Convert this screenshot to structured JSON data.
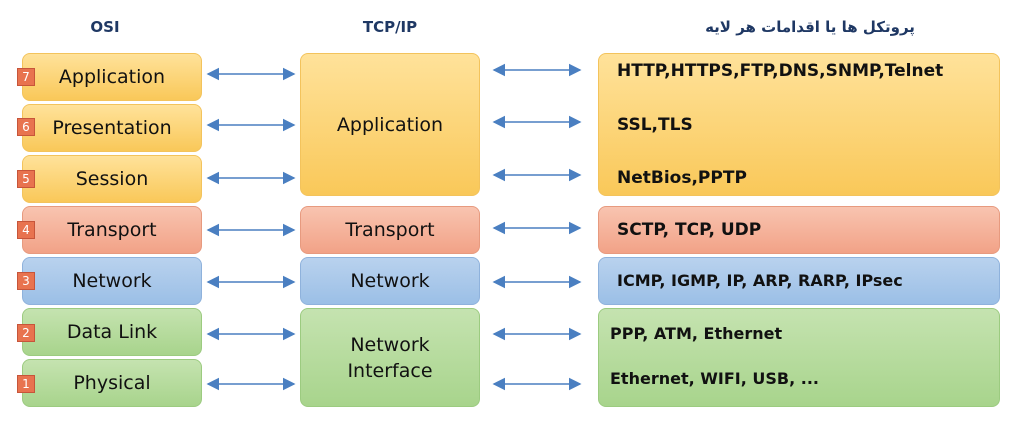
{
  "headers": {
    "osi": "OSI",
    "tcpip": "TCP/IP",
    "protocols": "پروتکل ها یا اقدامات هر لایه"
  },
  "osi_layers": [
    {
      "number": "7",
      "label": "Application"
    },
    {
      "number": "6",
      "label": "Presentation"
    },
    {
      "number": "5",
      "label": "Session"
    },
    {
      "number": "4",
      "label": "Transport"
    },
    {
      "number": "3",
      "label": "Network"
    },
    {
      "number": "2",
      "label": "Data Link"
    },
    {
      "number": "1",
      "label": "Physical"
    }
  ],
  "tcpip_layers": [
    {
      "label": "Application"
    },
    {
      "label": "Transport"
    },
    {
      "label": "Network"
    },
    {
      "label_line1": "Network",
      "label_line2": "Interface"
    }
  ],
  "protocols": [
    "HTTP,HTTPS,FTP,DNS,SNMP,Telnet",
    "SSL,TLS",
    "NetBios,PPTP",
    "SCTP, TCP, UDP",
    "ICMP, IGMP, IP, ARP, RARP, IPsec",
    "PPP, ATM, Ethernet",
    "Ethernet, WIFI, USB, ..."
  ],
  "colors": {
    "application": "#f9c859",
    "transport": "#f2a287",
    "network": "#9bbfe6",
    "link": "#a8d48c",
    "arrow": "#4a7fc1",
    "header_text": "#1f3864"
  }
}
